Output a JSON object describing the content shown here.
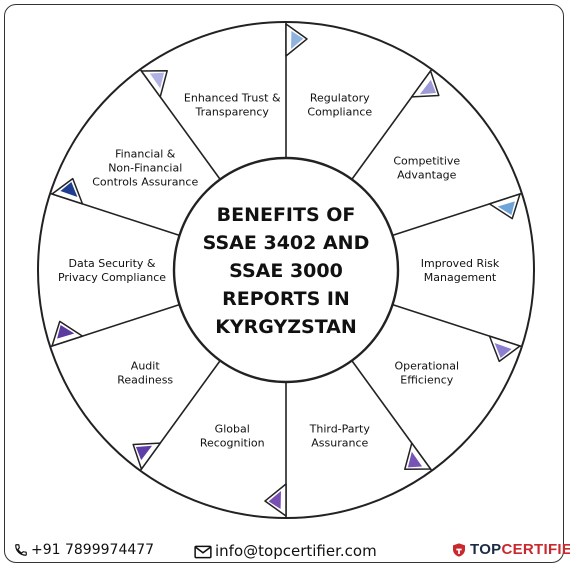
{
  "center": {
    "lines": [
      "BENEFITS OF",
      "SSAE 3402 AND",
      "SSAE 3000",
      "REPORTS IN",
      "KYRGYZSTAN"
    ]
  },
  "segments": [
    {
      "lines": [
        "Regulatory",
        "Compliance"
      ],
      "color": "#8fb3dd"
    },
    {
      "lines": [
        "Competitive",
        "Advantage"
      ],
      "color": "#9e9ad6"
    },
    {
      "lines": [
        "Improved Risk",
        "Management"
      ],
      "color": "#6fa4d9"
    },
    {
      "lines": [
        "Operational",
        "Efficiency"
      ],
      "color": "#8d7fcf"
    },
    {
      "lines": [
        "Third-Party",
        "Assurance"
      ],
      "color": "#7653b5"
    },
    {
      "lines": [
        "Global",
        "Recognition"
      ],
      "color": "#7a4fb3"
    },
    {
      "lines": [
        "Audit",
        "Readiness"
      ],
      "color": "#5d3ea6"
    },
    {
      "lines": [
        "Data Security &",
        "Privacy Compliance"
      ],
      "color": "#5a3a9e"
    },
    {
      "lines": [
        "Financial &",
        "Non-Financial",
        "Controls Assurance"
      ],
      "color": "#1e3f8f"
    },
    {
      "lines": [
        "Enhanced Trust &",
        "Transparency"
      ],
      "color": "#b1b2e3"
    }
  ],
  "footer": {
    "phone": "+91 7899974477",
    "email": "info@topcertifier.com",
    "brand_part1": "TOP",
    "brand_part2": "CERTIFIER",
    "phone_icon": "phone-icon",
    "email_icon": "envelope-icon",
    "brand_icon": "shield-logo-icon"
  }
}
